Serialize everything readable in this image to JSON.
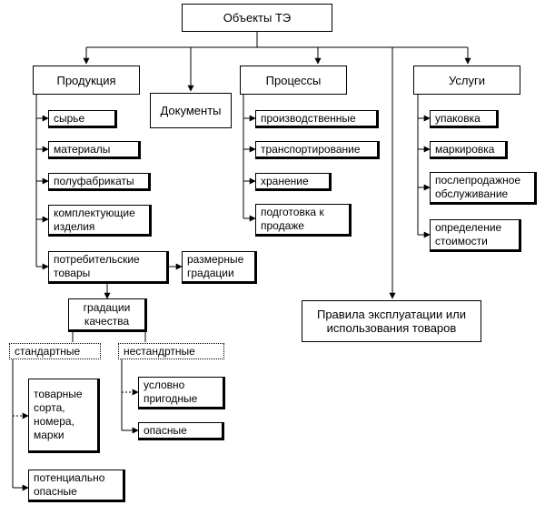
{
  "root": "Объекты ТЭ",
  "categories": {
    "products": "Продукция",
    "documents": "Документы",
    "processes": "Процессы",
    "services": "Услуги",
    "rules": "Правила эксплуатации или\nиспользования товаров"
  },
  "products": {
    "items": [
      "сырье",
      "материалы",
      "полуфабрикаты",
      "комплектующие\nизделия",
      "потребительские\nтовары"
    ],
    "size_grades": "размерные\nградации",
    "quality_grades": "градации\nкачества",
    "standard": "стандартные",
    "nonstandard": "нестандртные",
    "standard_items": [
      "товарные\nсорта,\nномера,\nмарки",
      "потенциально\nопасные"
    ],
    "nonstandard_items": [
      "условно\nпригодные",
      "опасные"
    ]
  },
  "processes": {
    "items": [
      "производственные",
      "транспортирование",
      "хранение",
      "подготовка к\nпродаже"
    ]
  },
  "services": {
    "items": [
      "упаковка",
      "маркировка",
      "послепродажное\nобслуживание",
      "определение\nстоимости"
    ]
  }
}
